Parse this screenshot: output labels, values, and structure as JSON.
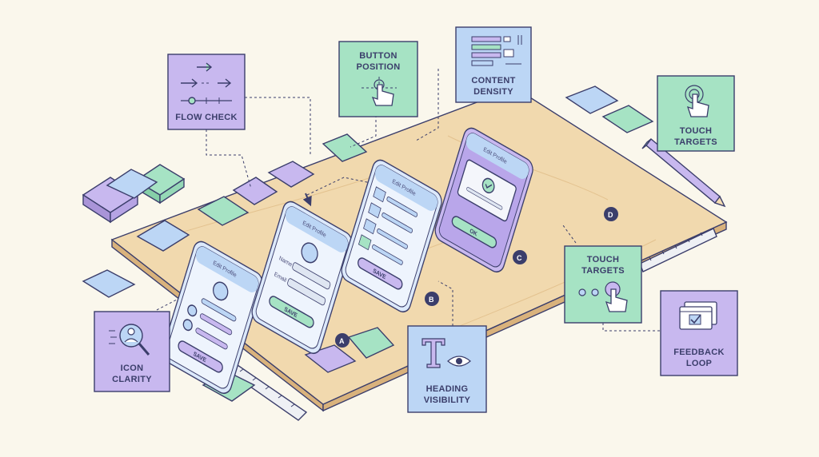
{
  "colors": {
    "background": "#faf7ec",
    "board": "#f1d9ae",
    "purple": "#c8b8ef",
    "green": "#a6e3c4",
    "blue": "#bcd6f5",
    "ink": "#3b3e6b"
  },
  "cards": {
    "flow_check": {
      "label": "FLOW CHECK",
      "icon": "flow-arrows-icon"
    },
    "button_position": {
      "line1": "BUTTON",
      "line2": "POSITION",
      "icon": "tap-hand-icon"
    },
    "content_density": {
      "line1": "CONTENT",
      "line2": "DENSITY",
      "icon": "layout-bars-icon"
    },
    "touch_targets_top": {
      "line1": "TOUCH",
      "line2": "TARGETS",
      "icon": "tap-hand-icon"
    },
    "touch_targets_mid": {
      "line1": "TOUCH",
      "line2": "TARGETS",
      "icon": "tap-hand-icon"
    },
    "feedback_loop": {
      "line1": "FEEDBACK",
      "line2": "LOOP",
      "icon": "checkbox-window-icon"
    },
    "heading_visibility": {
      "line1": "HEADING",
      "line2": "VISIBILITY",
      "icon": "text-eye-icon"
    },
    "icon_clarity": {
      "line1": "ICON",
      "line2": "CLARITY",
      "icon": "magnify-user-icon"
    }
  },
  "phones": {
    "a": {
      "title": "Edit Profile",
      "button": "SAVE",
      "marker": "A"
    },
    "b": {
      "title": "Edit Profile",
      "name_label": "Name",
      "email_label": "Email",
      "button": "SAVE",
      "marker": "B"
    },
    "c": {
      "title": "Edit Profile",
      "button": "SAVE",
      "marker": "C"
    },
    "d": {
      "title": "Edit Profile",
      "button": "OK",
      "marker": "D"
    }
  }
}
